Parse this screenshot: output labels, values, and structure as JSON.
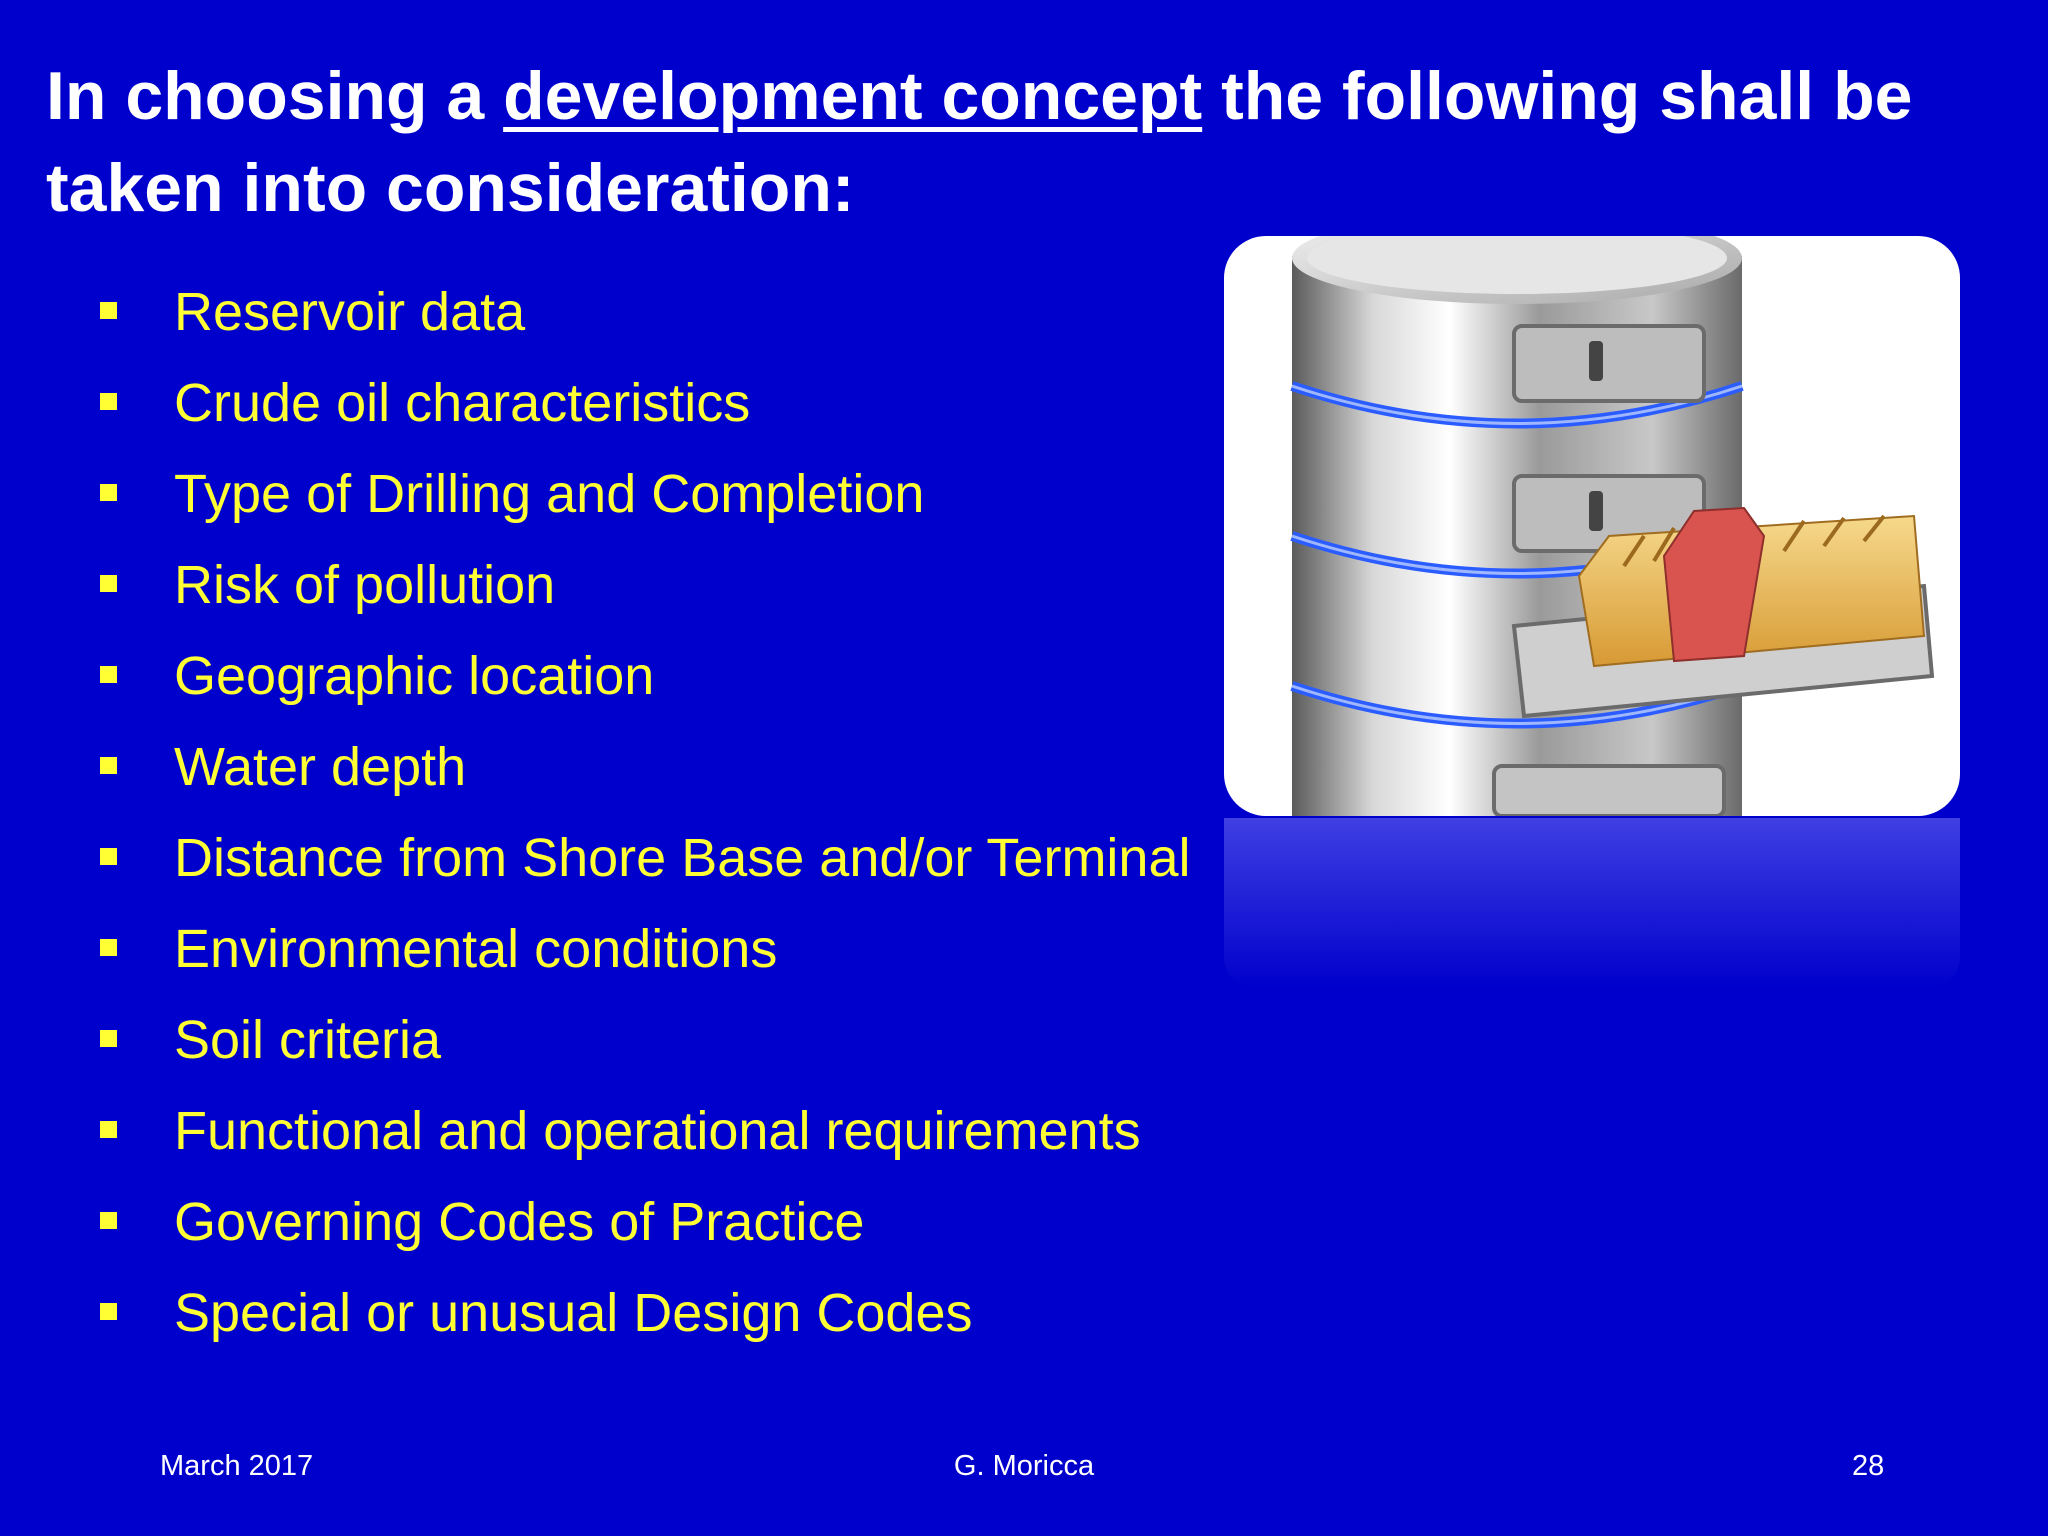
{
  "title": {
    "prefix": "In choosing a ",
    "emphasis": "development concept",
    "suffix": " the following shall be taken into consideration:"
  },
  "bullets": [
    "Reservoir data",
    "Crude oil characteristics",
    "Type of Drilling and Completion",
    "Risk of pollution",
    "Geographic location",
    "Water depth",
    "Distance from Shore Base and/or Terminal",
    "Environmental conditions",
    "Soil criteria",
    "Functional and operational requirements",
    "Governing Codes of Practice",
    "Special or unusual Design Codes"
  ],
  "image": {
    "icon": "database-server-icon",
    "description_colors": {
      "background": "#FFFFFF",
      "accent": "#3A6BFF",
      "folders": "#E8B85A"
    }
  },
  "footer": {
    "date": "March 2017",
    "author": "G. Moricca",
    "page": "28"
  },
  "colors": {
    "background": "#0000CC",
    "title": "#FFFFFF",
    "bullet_text": "#FFFF33"
  }
}
